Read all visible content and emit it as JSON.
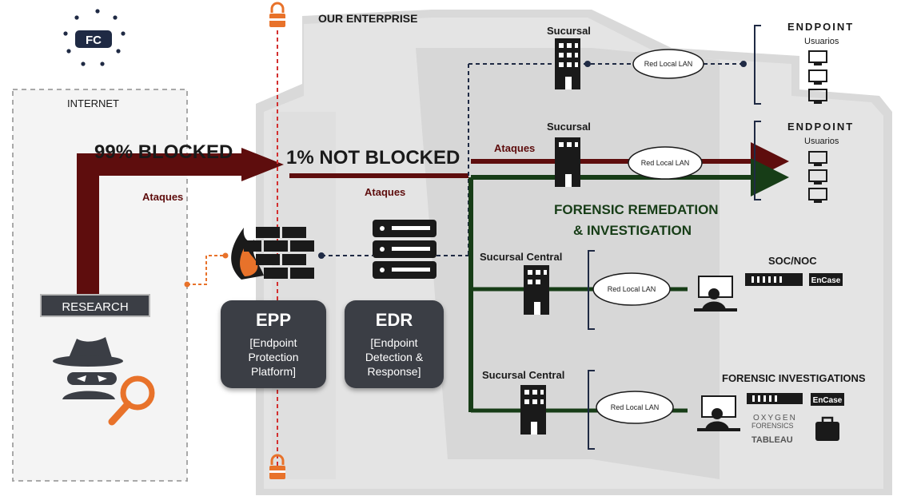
{
  "enterprise_label": "OUR ENTERPRISE",
  "internet_label": "INTERNET",
  "blocked_label": "99% BLOCKED",
  "not_blocked_label": "1% NOT BLOCKED",
  "ataques_label": "Ataques",
  "research_label": "RESEARCH",
  "logo_text": "FC",
  "forensic_label_1": "FORENSIC REMEDATION",
  "forensic_label_2": "&  INVESTIGATION",
  "epp": {
    "title": "EPP",
    "desc": "[Endpoint\nProtection\nPlatform]"
  },
  "edr": {
    "title": "EDR",
    "desc": "[Endpoint\nDetection &\nResponse]"
  },
  "branches": {
    "sucursal": "Sucursal",
    "sucursal_central": "Sucursal Central",
    "lan": "Red Local LAN"
  },
  "endpoint": {
    "title": "ENDPOINT",
    "users": "Usuarios"
  },
  "soc_label": "SOC/NOC",
  "forensic_inv_label": "FORENSIC INVESTIGATIONS",
  "vendors": {
    "encase": "EnCase",
    "oxygen_1": "OXYGEN",
    "oxygen_2": "FORENSICS",
    "tableau": "TABLEAU"
  },
  "colors": {
    "attack": "#5e0d0d",
    "forensic": "#173d17",
    "firewall_line": "#d32f2f",
    "lock": "#e8722a",
    "navy": "#1f2a44"
  }
}
